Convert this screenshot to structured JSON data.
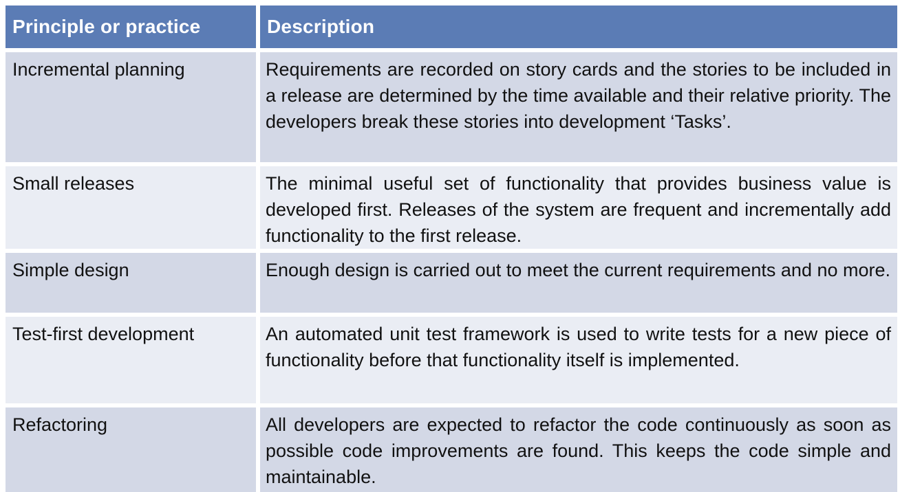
{
  "table": {
    "columns": [
      {
        "label": "Principle or practice"
      },
      {
        "label": "Description"
      }
    ],
    "rows": [
      {
        "term": "Incremental planning",
        "description": "Requirements are recorded on story cards and the stories to be included in a release are determined by the time available and their relative priority. The developers break these stories into development ‘Tasks’."
      },
      {
        "term": "Small releases",
        "description": "The minimal useful set of functionality that provides business value is developed first. Releases of the system are frequent and incrementally add functionality to the first release."
      },
      {
        "term": "Simple design",
        "description": "Enough design is carried out to meet the current requirements and no more."
      },
      {
        "term": "Test-first development",
        "description": "An automated unit test framework is used to write tests for a new piece of functionality before that functionality itself is implemented."
      },
      {
        "term": "Refactoring",
        "description": "All developers are expected to refactor the code continuously as soon as possible code improvements are found. This keeps the code simple and maintainable."
      }
    ],
    "colors": {
      "header_bg": "#5b7cb5",
      "header_text": "#ffffff",
      "band_dark": "#d3d8e6",
      "band_light": "#eaedf4",
      "gap": "#ffffff",
      "body_text": "#111111"
    }
  }
}
